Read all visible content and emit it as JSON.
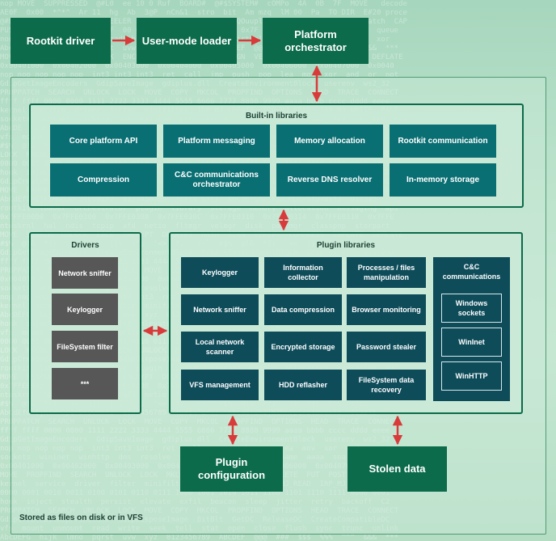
{
  "top_chain": {
    "rootkit_driver": "Rootkit driver",
    "usermode_loader": "User-mode loader",
    "platform_orchestrator": "Platform orchestrator"
  },
  "builtin": {
    "title": "Built-in libraries",
    "items": [
      "Core platform API",
      "Platform messaging",
      "Memory allocation",
      "Rootkit communication",
      "Compression",
      "C&C communications orchestrator",
      "Reverse DNS resolver",
      "In-memory storage"
    ]
  },
  "drivers": {
    "title": "Drivers",
    "items": [
      "Network sniffer",
      "Keylogger",
      "FileSystem filter",
      "***"
    ]
  },
  "plugins": {
    "title": "Plugin libraries",
    "items": [
      "Keylogger",
      "Information collector",
      "Processes / files manipulation",
      "Network sniffer",
      "Data compression",
      "Browser monitoring",
      "Local network scanner",
      "Encrypted storage",
      "Password stealer",
      "VFS management",
      "HDD reflasher",
      "FileSystem data recovery"
    ],
    "cc": {
      "title": "C&C communications",
      "items": [
        "Windows sockets",
        "WinInet",
        "WinHTTP"
      ]
    }
  },
  "bottom": {
    "plugin_configuration": "Plugin configuration",
    "stolen_data": "Stolen data"
  },
  "footer_note": "Stored as files on disk or in VFS",
  "colors": {
    "node_green": "#0b6b4a",
    "teal": "#0a6f73",
    "navy": "#0e4c5a",
    "gray": "#575757",
    "arrow_red": "#d93a3a"
  }
}
